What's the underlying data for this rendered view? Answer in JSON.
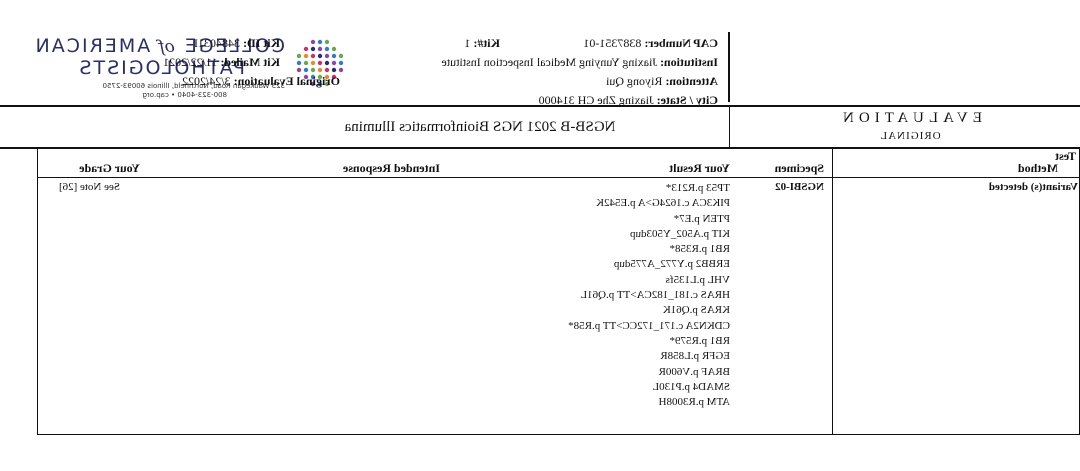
{
  "org": {
    "name_line1_a": "COLLEGE ",
    "name_line1_of": "of",
    "name_line1_b": " AMERICAN",
    "name_line2": "PATHOLOGISTS",
    "address": "325 Waukegan Road, Northfield, Illinois 60093-2750",
    "contact": "800-323-4040 • cap.org",
    "dot_colors": [
      "#c8316a",
      "#e88a2e",
      "#6aa84f",
      "#2d7ec4",
      "#8e44ad",
      "#2a2f6b"
    ]
  },
  "header": {
    "cap_number_label": "CAP Number:",
    "cap_number": "8387351-01",
    "kit_no_label": "Kit#:",
    "kit_no": "1",
    "kit_id_label": "Kit ID:",
    "kit_id": "3484031I",
    "institution_label": "Institution:",
    "institution": "Jiaxing Yunying Medical Inspection Institute",
    "kit_mailed_label": "Kit Mailed:",
    "kit_mailed": "11/22/2021",
    "attention_label": "Attention:",
    "attention": "Riyong Qui",
    "original_eval_label": "Original Evaluation:",
    "original_eval": "3/24/2022",
    "city_label": "City / State:",
    "city": "Jiaxing Zhe CH 314000"
  },
  "evaluation": {
    "title": "EVALUATION",
    "subtitle": "ORIGINAL"
  },
  "program": "NGSB-B 2021   NGS Bioinformatics Illumina",
  "table": {
    "headers": {
      "test_method_line1": "Test",
      "test_method_line2": "Method",
      "specimen": "Specimen",
      "your_result": "Your Result",
      "intended_response": "Intended Response",
      "your_grade": "Your Grade"
    },
    "row": {
      "test_method": "Variant(s) detected",
      "specimen": "NGSBI-02",
      "grade": "See Note [26]",
      "results": [
        "TP53 p.R213*",
        "PIK3CA c.1624G>A p.E542K",
        "PTEN p.E7*",
        "KIT p.A502_Y503dup",
        "RB1 p.R358*",
        "ERBB2 p.Y772_A775dup",
        "VHL p.L135fs",
        "HRAS c.181_182CA>TT p.Q61L",
        "KRAS p.Q61K",
        "CDKN2A c.171_172CC>TT p.R58*",
        "RB1 p.R579*",
        "EGFR p.L858R",
        "BRAF p.V600R",
        "SMAD4 p.P130L",
        "ATM p.R3008H"
      ]
    }
  }
}
